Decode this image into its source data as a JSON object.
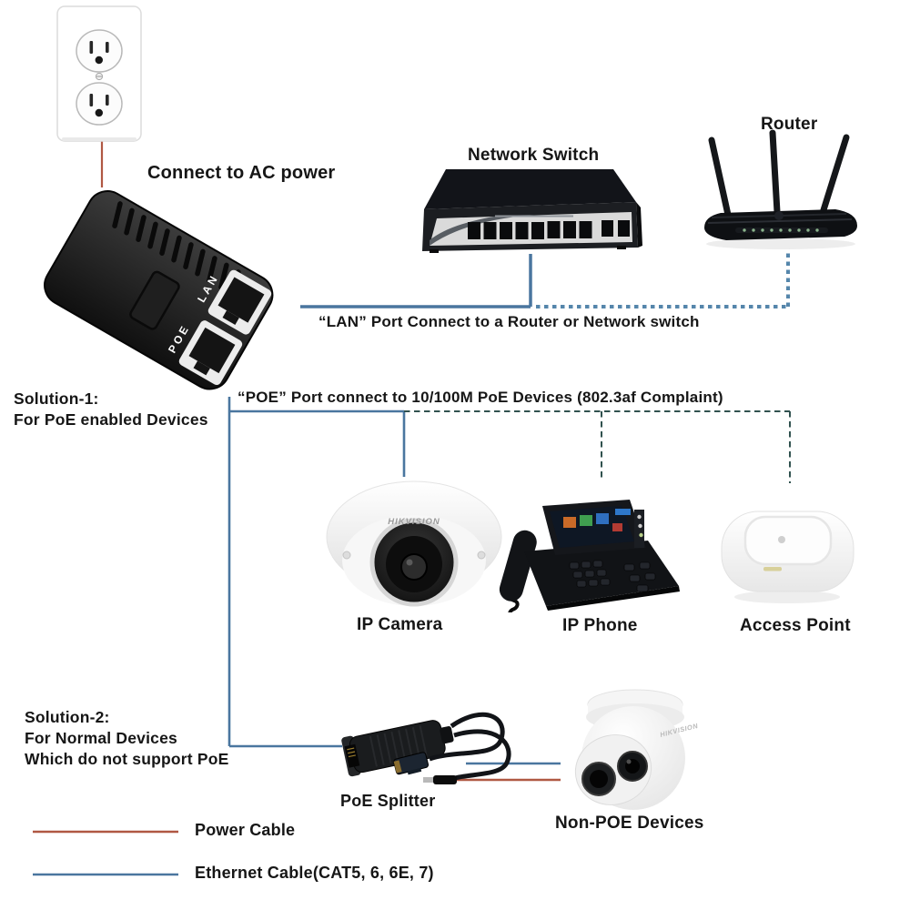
{
  "title": "PoE injector wiring diagram",
  "colors": {
    "ethernet": "#4a769f",
    "ethernet_dash": "#5586ab",
    "poe_dash": "#31524f",
    "power": "#b05843",
    "text": "#161616"
  },
  "labels": {
    "connect_ac": "Connect to AC power",
    "network_switch": "Network Switch",
    "router": "Router",
    "lan_port_note": "“LAN” Port Connect to a Router or Network switch",
    "poe_port_note": "“POE” Port connect to 10/100M PoE Devices (802.3af Complaint)",
    "solution1_line1": "Solution-1:",
    "solution1_line2": "For PoE enabled Devices",
    "ip_camera": "IP Camera",
    "ip_phone": "IP Phone",
    "access_point": "Access Point",
    "solution2_line1": "Solution-2:",
    "solution2_line2": "For Normal Devices",
    "solution2_line3": "Which do not support PoE",
    "poe_splitter": "PoE Splitter",
    "non_poe_devices": "Non-POE Devices"
  },
  "injector": {
    "lan_label": "LAN",
    "poe_label": "POE"
  },
  "devices": {
    "dome_camera_brand": "HIKVISION",
    "turret_camera_brand": "HIKVISION"
  },
  "legend": [
    {
      "label": "Power Cable",
      "color": "#b05843"
    },
    {
      "label": "Ethernet Cable(CAT5, 6, 6E, 7)",
      "color": "#4a769f"
    }
  ]
}
